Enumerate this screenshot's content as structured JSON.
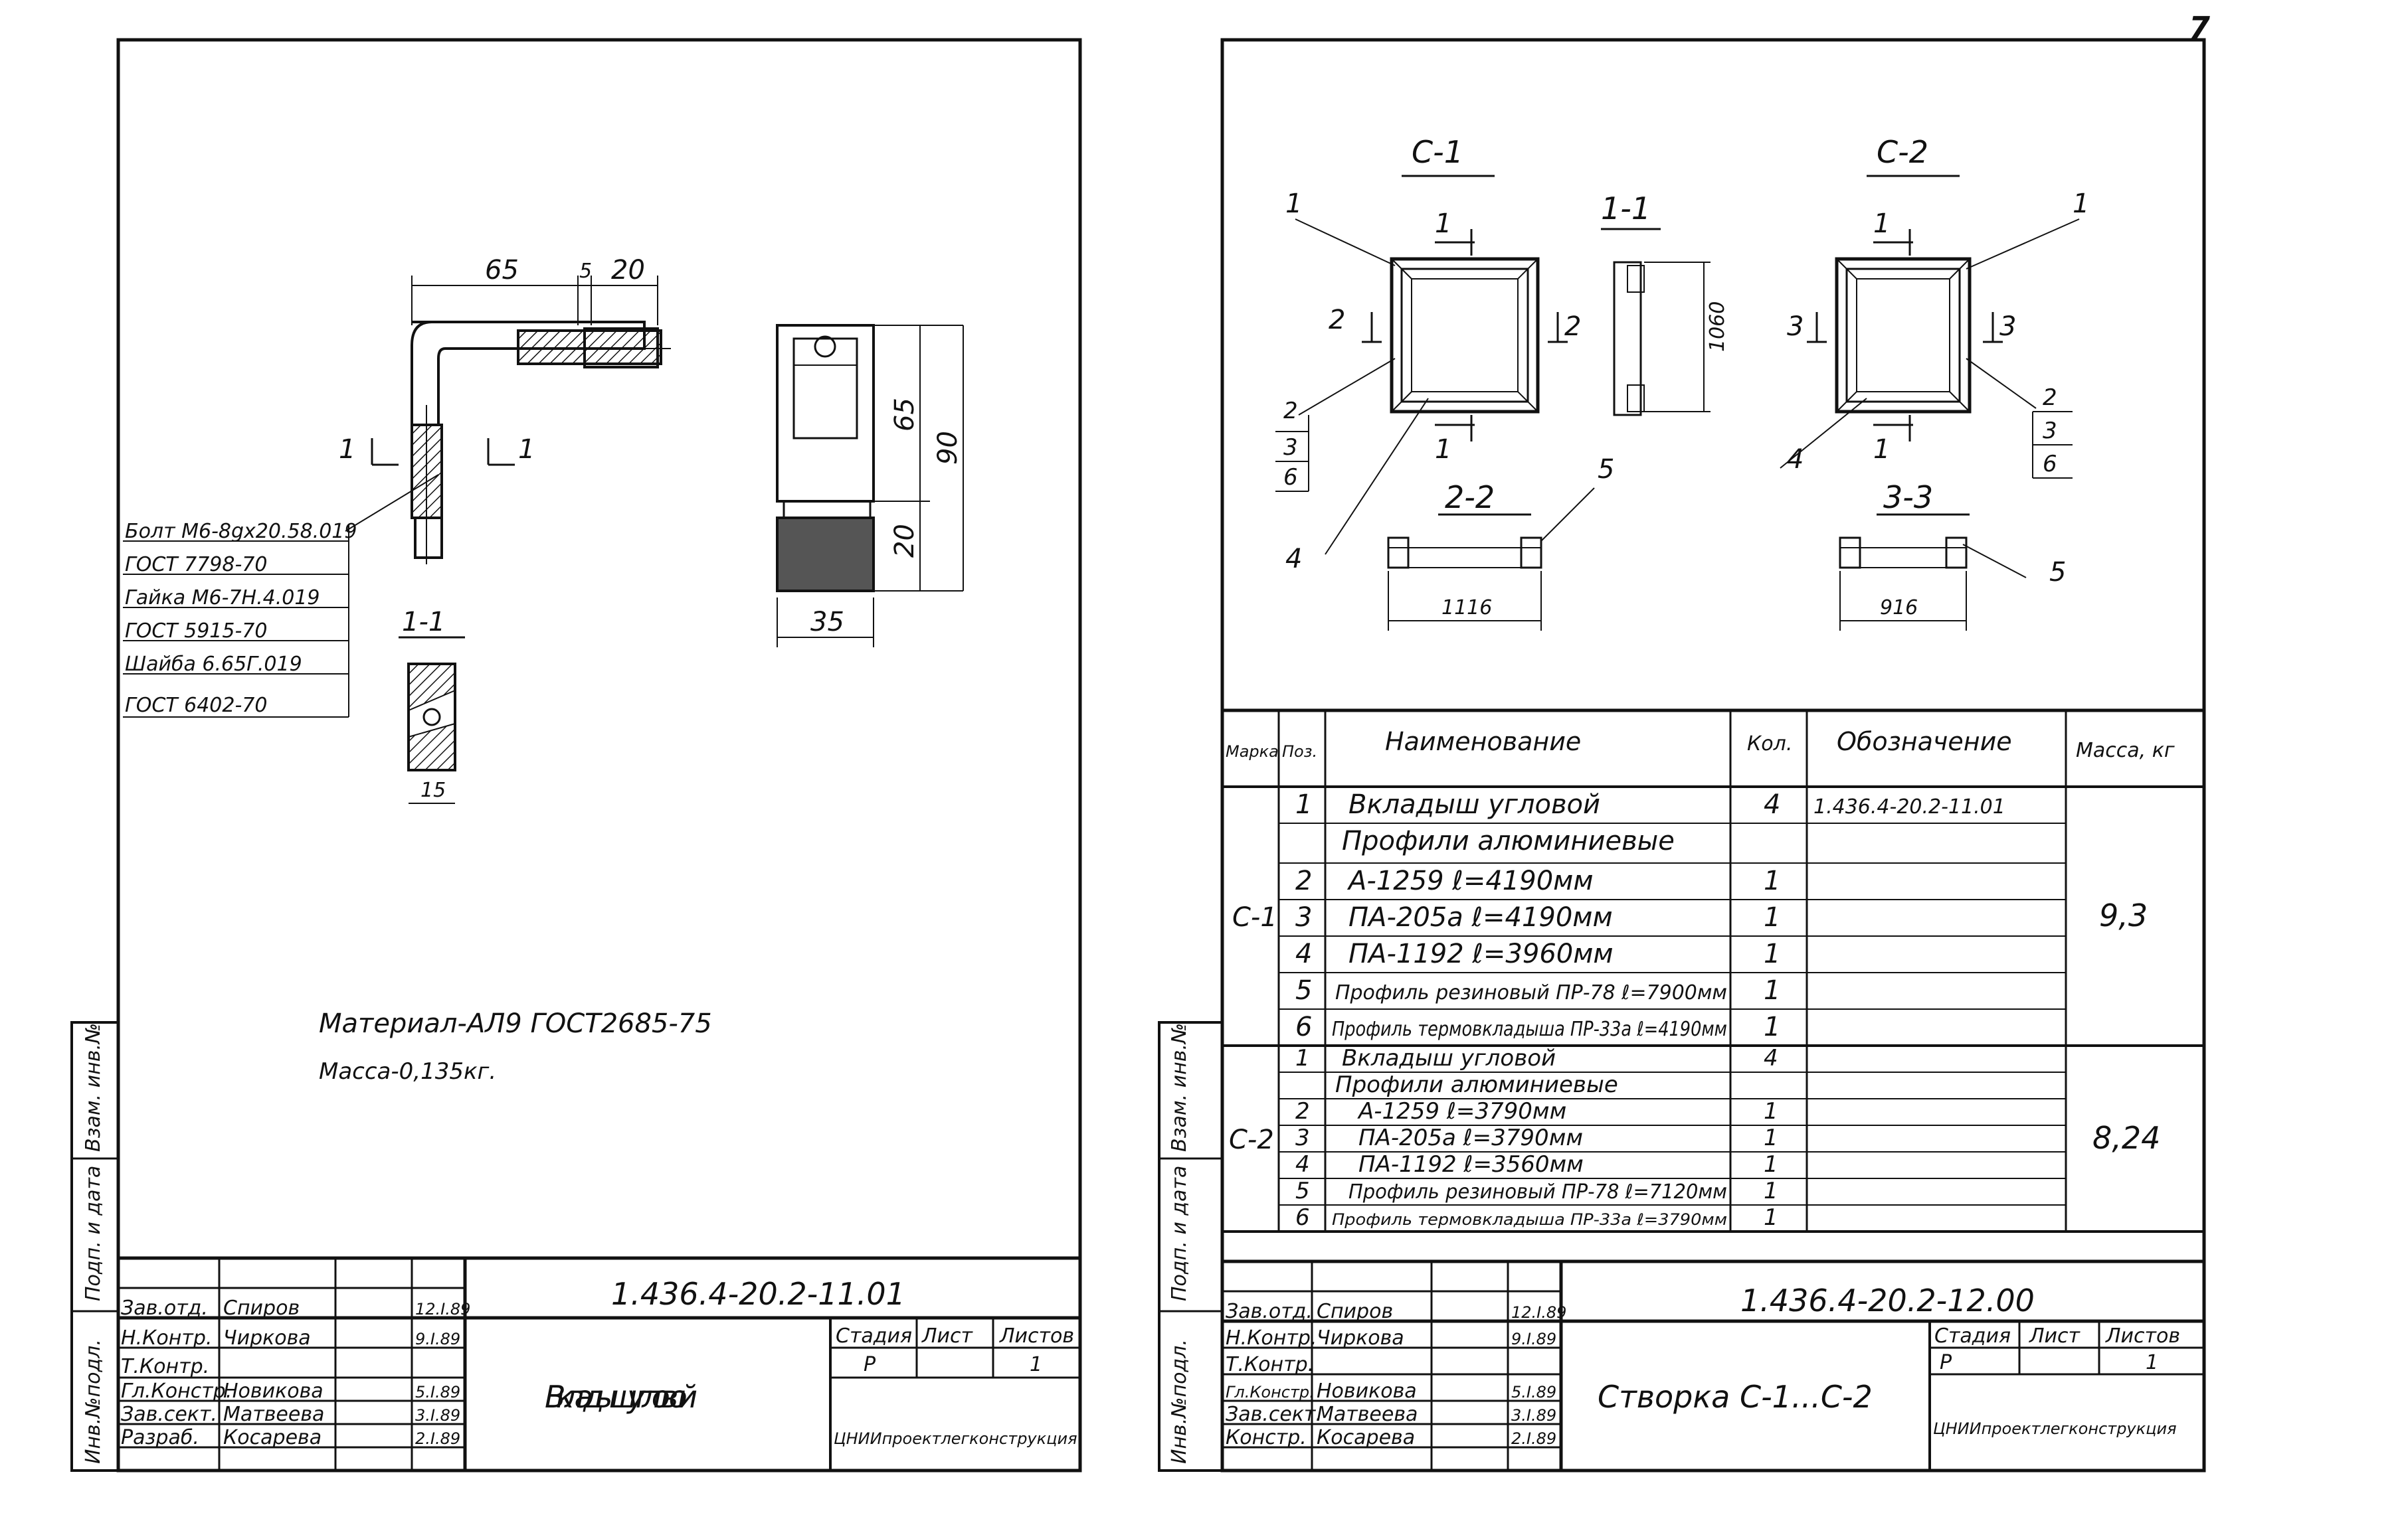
{
  "page_number": "7",
  "left_sheet": {
    "dims": {
      "d65": "65",
      "d5": "5",
      "d20": "20",
      "r65": "65",
      "r90": "90",
      "r20": "20",
      "b35": "35",
      "s15": "15"
    },
    "section_label": "1-1",
    "cut_mark": "1",
    "fastener_callouts": [
      "Болт М6-8gх20.58.019",
      "ГОСТ 7798-70",
      "Гайка М6-7Н.4.019",
      "ГОСТ 5915-70",
      "Шайба 6.65Г.019",
      "ГОСТ 6402-70"
    ],
    "material": "Материал-АЛ9 ГОСТ2685-75",
    "mass": "Масса-0,135кг.",
    "designation": "1.436.4-20.2-11.01",
    "title": "Вкладыш угловой",
    "org": "ЦНИИпроектлегконструкция",
    "stage_header": [
      "Стадия",
      "Лист",
      "Листов"
    ],
    "stage_values": [
      "Р",
      "1",
      ""
    ],
    "signatures": [
      {
        "role": "Зав.отд.",
        "name": "Спиров",
        "date": "12.I.89"
      },
      {
        "role": "Н.Контр.",
        "name": "Чиркова",
        "date": "9.I.89"
      },
      {
        "role": "Т.Контр.",
        "name": "",
        "date": ""
      },
      {
        "role": "Гл.Констр.",
        "name": "Новикова",
        "date": "5.I.89"
      },
      {
        "role": "Зав.сект.",
        "name": "Матвеева",
        "date": "3.I.89"
      },
      {
        "role": "Разраб.",
        "name": "Косарева",
        "date": "2.I.89"
      }
    ],
    "side_stamps": [
      "Инв.№подл.",
      "Подп. и дата",
      "Взам. инв.№"
    ]
  },
  "right_sheet": {
    "views": {
      "c1": "С-1",
      "c2": "С-2",
      "s11": "1-1",
      "s22": "2-2",
      "s33": "3-3"
    },
    "dims": {
      "h1060": "1060",
      "w1116": "1116",
      "w916": "916"
    },
    "marks": {
      "m1": "1",
      "m2": "2",
      "m3": "3",
      "m4": "4",
      "m5": "5",
      "m6": "6"
    },
    "table_headers": [
      "Марка",
      "Поз.",
      "Наименование",
      "Кол.",
      "Обозначение",
      "Масса, кг"
    ],
    "group_c1": {
      "mark": "С-1",
      "mass": "9,3",
      "rows": [
        {
          "pos": "1",
          "name": "Вкладыш угловой",
          "qty": "4",
          "des": "1.436.4-20.2-11.01"
        },
        {
          "pos": "",
          "name": "Профили алюминиевые",
          "qty": "",
          "des": ""
        },
        {
          "pos": "2",
          "name": "А-1259  ℓ=4190мм",
          "qty": "1",
          "des": ""
        },
        {
          "pos": "3",
          "name": "ПА-205а ℓ=4190мм",
          "qty": "1",
          "des": ""
        },
        {
          "pos": "4",
          "name": "ПА-1192  ℓ=3960мм",
          "qty": "1",
          "des": ""
        },
        {
          "pos": "5",
          "name": "Профиль резиновый  ПР-78 ℓ=7900мм",
          "qty": "1",
          "des": ""
        },
        {
          "pos": "6",
          "name": "Профиль термовкладыша ПР-33а ℓ=4190мм",
          "qty": "1",
          "des": ""
        }
      ]
    },
    "group_c2": {
      "mark": "С-2",
      "mass": "8,24",
      "rows": [
        {
          "pos": "1",
          "name": "Вкладыш угловой",
          "qty": "4",
          "des": ""
        },
        {
          "pos": "",
          "name": "Профили алюминиевые",
          "qty": "",
          "des": ""
        },
        {
          "pos": "2",
          "name": "А-1259   ℓ=3790мм",
          "qty": "1",
          "des": ""
        },
        {
          "pos": "3",
          "name": "ПА-205а  ℓ=3790мм",
          "qty": "1",
          "des": ""
        },
        {
          "pos": "4",
          "name": "ПА-1192  ℓ=3560мм",
          "qty": "1",
          "des": ""
        },
        {
          "pos": "5",
          "name": "Профиль резиновый  ПР-78 ℓ=7120мм",
          "qty": "1",
          "des": ""
        },
        {
          "pos": "6",
          "name": "Профиль термовкладыша ПР-33а ℓ=3790мм",
          "qty": "1",
          "des": ""
        }
      ]
    },
    "designation": "1.436.4-20.2-12.00",
    "title": "Створка С-1...С-2",
    "org": "ЦНИИпроектлегконструкция",
    "stage_header": [
      "Стадия",
      "Лист",
      "Листов"
    ],
    "stage_values": [
      "Р",
      "",
      "1"
    ],
    "signatures": [
      {
        "role": "Зав.отд.",
        "name": "Спиров",
        "date": "12.I.89"
      },
      {
        "role": "Н.Контр.",
        "name": "Чиркова",
        "date": "9.I.89"
      },
      {
        "role": "Т.Контр.",
        "name": "",
        "date": ""
      },
      {
        "role": "Гл.Констр.",
        "name": "Новикова",
        "date": "5.I.89"
      },
      {
        "role": "Зав.сект.",
        "name": "Матвеева",
        "date": "3.I.89"
      },
      {
        "role": "Констр.",
        "name": "Косарева",
        "date": "2.I.89"
      }
    ],
    "side_stamps": [
      "Инв.№подл.",
      "Подп. и дата",
      "Взам. инв.№"
    ]
  }
}
